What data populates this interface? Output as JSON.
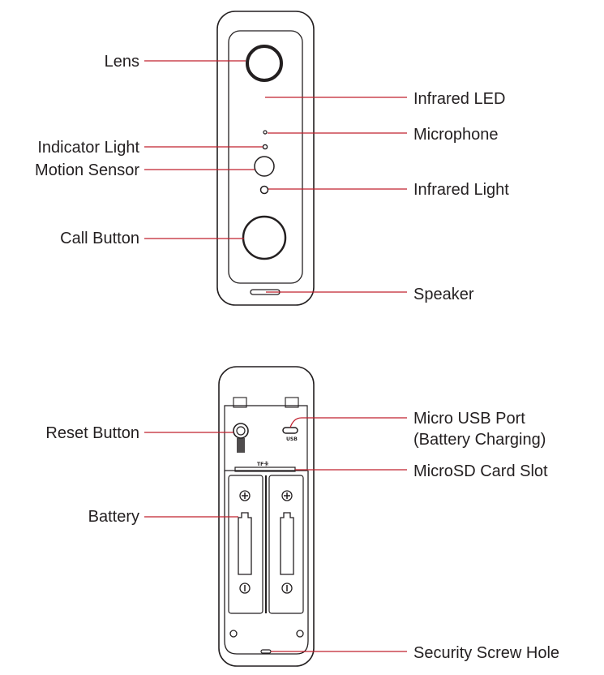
{
  "front_view": {
    "labels": {
      "lens": "Lens",
      "infrared_led": "Infrared LED",
      "indicator_light": "Indicator Light",
      "microphone": "Microphone",
      "motion_sensor": "Motion Sensor",
      "infrared_light": "Infrared Light",
      "call_button": "Call Button",
      "speaker": "Speaker"
    }
  },
  "back_view": {
    "labels": {
      "reset_button": "Reset Button",
      "micro_usb_port_line1": "Micro USB Port",
      "micro_usb_port_line2": "(Battery Charging)",
      "microsd_card_slot": "MicroSD Card Slot",
      "battery": "Battery",
      "security_screw_hole": "Security Screw Hole"
    },
    "markings": {
      "usb": "USB",
      "tf_card": "TF卡"
    }
  },
  "colors": {
    "leader_line": "#c0202e",
    "outline": "#231f20"
  }
}
